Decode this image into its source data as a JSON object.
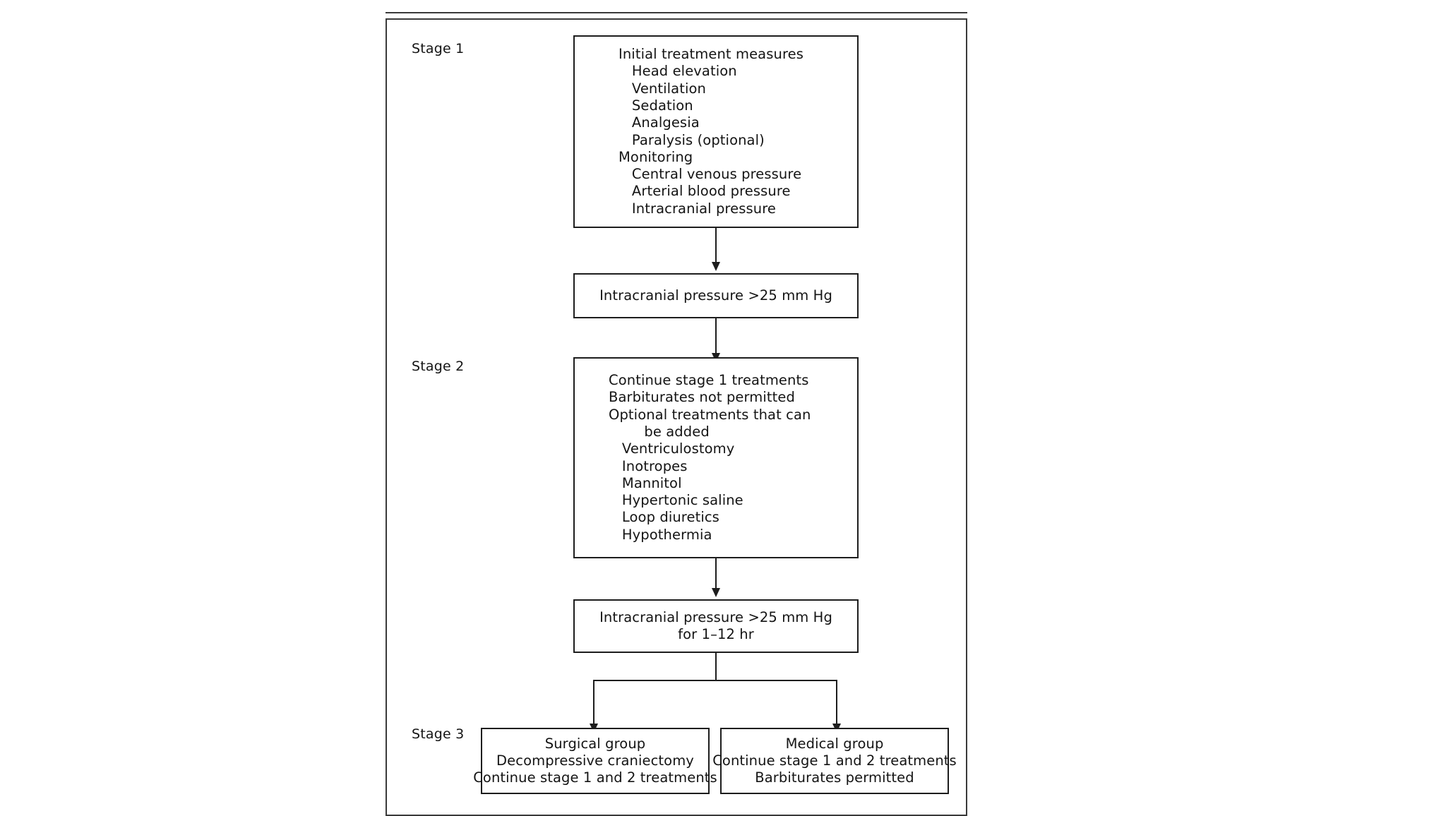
{
  "figure": {
    "title": "Management protocol flow diagram",
    "frame_color": "#3a3a3a",
    "line_color": "#1d1d1d",
    "text_color": "#141414",
    "background": "#ffffff"
  },
  "stages": {
    "stage1_label": "Stage 1",
    "stage2_label": "Stage 2",
    "stage3_label": "Stage 3"
  },
  "nodes": {
    "initial_treatment": {
      "name": "initial-treatment-measures-box",
      "lines": [
        "Initial treatment measures",
        "   Head elevation",
        "   Ventilation",
        "   Sedation",
        "   Analgesia",
        "   Paralysis (optional)",
        "Monitoring",
        "   Central venous pressure",
        "   Arterial blood pressure",
        "   Intracranial pressure"
      ]
    },
    "icp_check_1": {
      "name": "icp-threshold-box-1",
      "lines": [
        "Intracranial pressure >25 mm Hg"
      ]
    },
    "stage2_treatment": {
      "name": "stage-2-treatment-box",
      "lines": [
        "Continue stage 1 treatments",
        "Barbiturates not permitted",
        "Optional treatments that can",
        "        be added",
        "   Ventriculostomy",
        "   Inotropes",
        "   Mannitol",
        "   Hypertonic saline",
        "   Loop diuretics",
        "   Hypothermia"
      ]
    },
    "icp_check_2": {
      "name": "icp-threshold-box-2",
      "lines": [
        "Intracranial pressure >25 mm Hg",
        "for 1–12 hr"
      ]
    },
    "surgical_group": {
      "name": "surgical-group-box",
      "lines": [
        "Surgical group",
        "Decompressive craniectomy",
        "Continue stage 1 and 2 treatments"
      ]
    },
    "medical_group": {
      "name": "medical-group-box",
      "lines": [
        "Medical group",
        "Continue stage 1 and 2 treatments",
        "Barbiturates permitted"
      ]
    }
  }
}
